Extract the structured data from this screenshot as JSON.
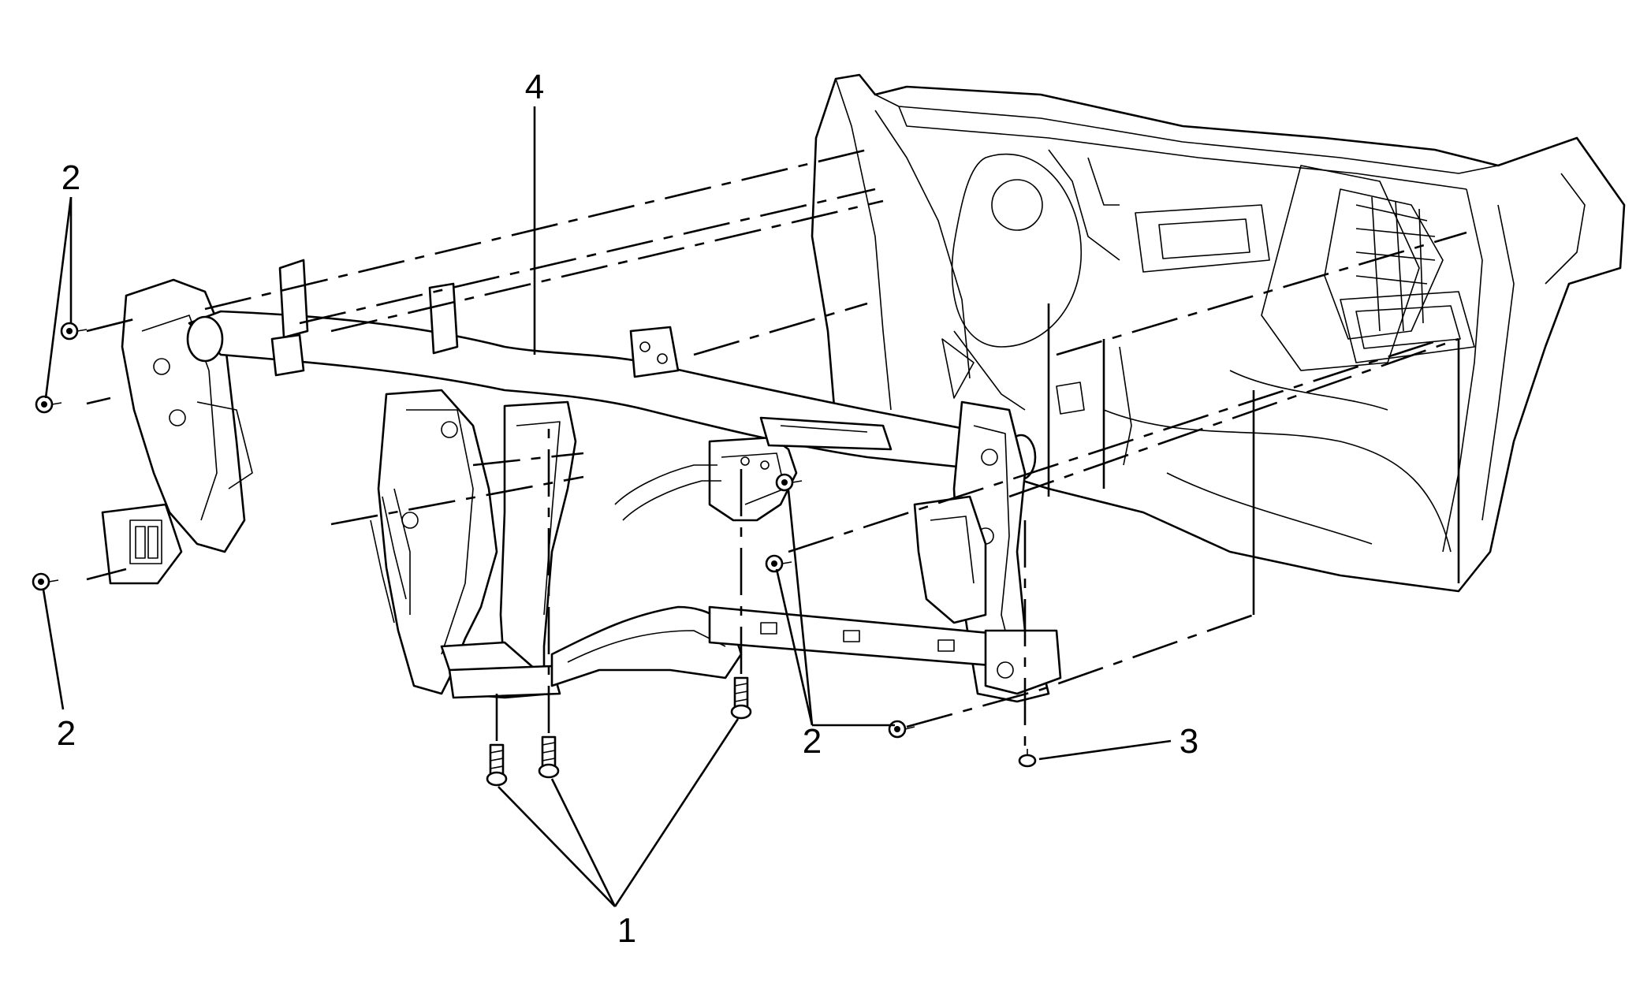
{
  "diagram": {
    "callouts": {
      "one": "1",
      "two_upper_left": "2",
      "two_lower_left": "2",
      "two_center": "2",
      "three": "3",
      "four": "4"
    }
  }
}
